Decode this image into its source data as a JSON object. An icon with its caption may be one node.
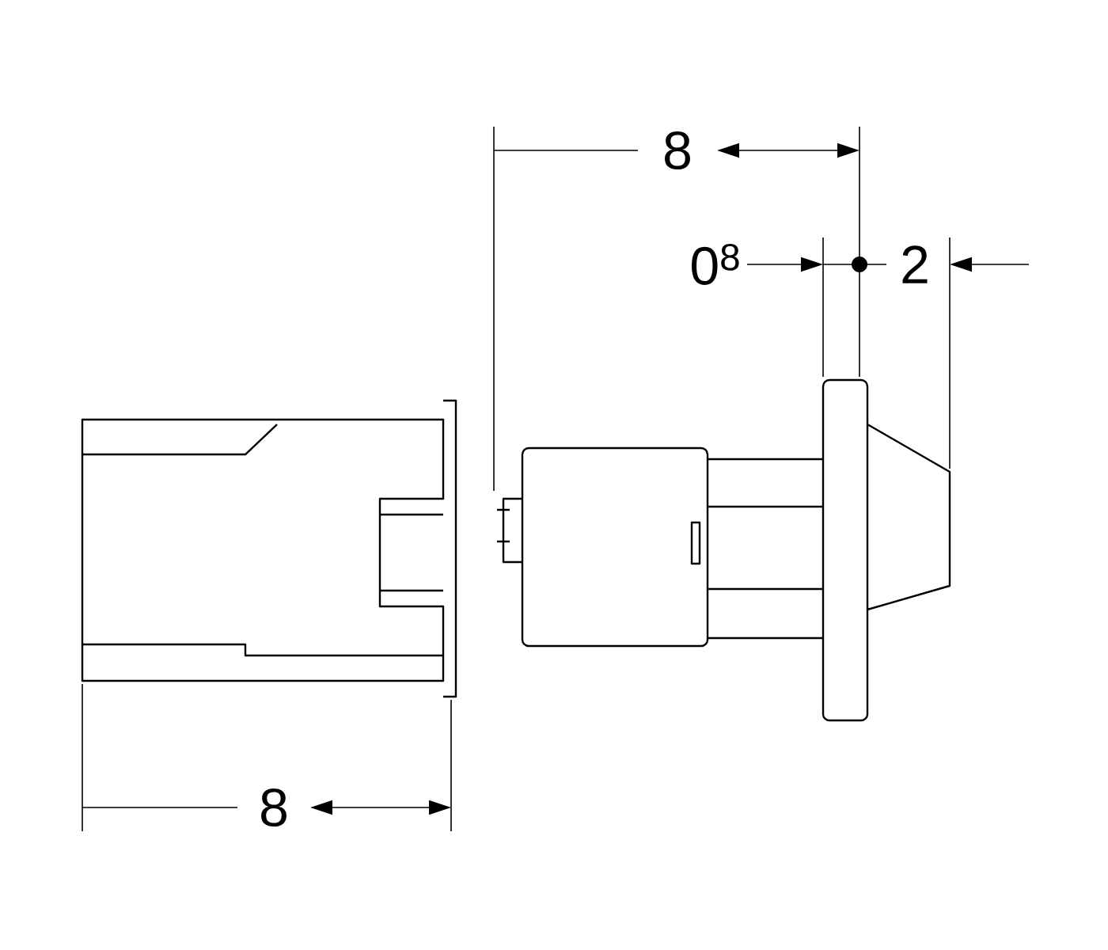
{
  "diagram": {
    "labels": [
      "8",
      "0$^{8}$",
      "2",
      "8"
    ]
  }
}
